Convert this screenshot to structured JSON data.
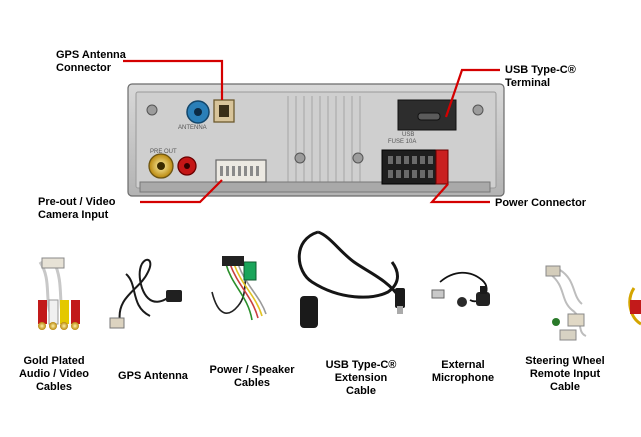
{
  "callouts": {
    "gps_antenna_connector": [
      "GPS Antenna",
      "Connector"
    ],
    "usb_terminal": [
      "USB Type-C®",
      "Terminal"
    ],
    "preout_video": [
      "Pre-out / Video",
      "Camera Input"
    ],
    "power_connector": "Power Connector"
  },
  "unit_markings": {
    "antenna_port": "ANTENNA",
    "usb_port": "USB",
    "preout_port": "PRE OUT",
    "fuse": "FUSE 10A"
  },
  "accessories": [
    {
      "name": "gold-plated-cables",
      "lines": [
        "Gold Plated",
        "Audio / Video",
        "Cables"
      ]
    },
    {
      "name": "gps-antenna",
      "lines": [
        "GPS Antenna"
      ]
    },
    {
      "name": "power-speaker-cables",
      "lines": [
        "Power / Speaker",
        "Cables"
      ]
    },
    {
      "name": "usb-extension-cable",
      "lines": [
        "USB Type-C®",
        "Extension",
        "Cable"
      ]
    },
    {
      "name": "external-microphone",
      "lines": [
        "External",
        "Microphone"
      ]
    },
    {
      "name": "steering-wheel-remote",
      "lines": [
        "Steering Wheel",
        "Remote Input",
        "Cable"
      ]
    }
  ],
  "colors": {
    "callout_line": "#d40000",
    "chassis": "#c7c7c7",
    "chassis_dark": "#8c8c8c"
  }
}
